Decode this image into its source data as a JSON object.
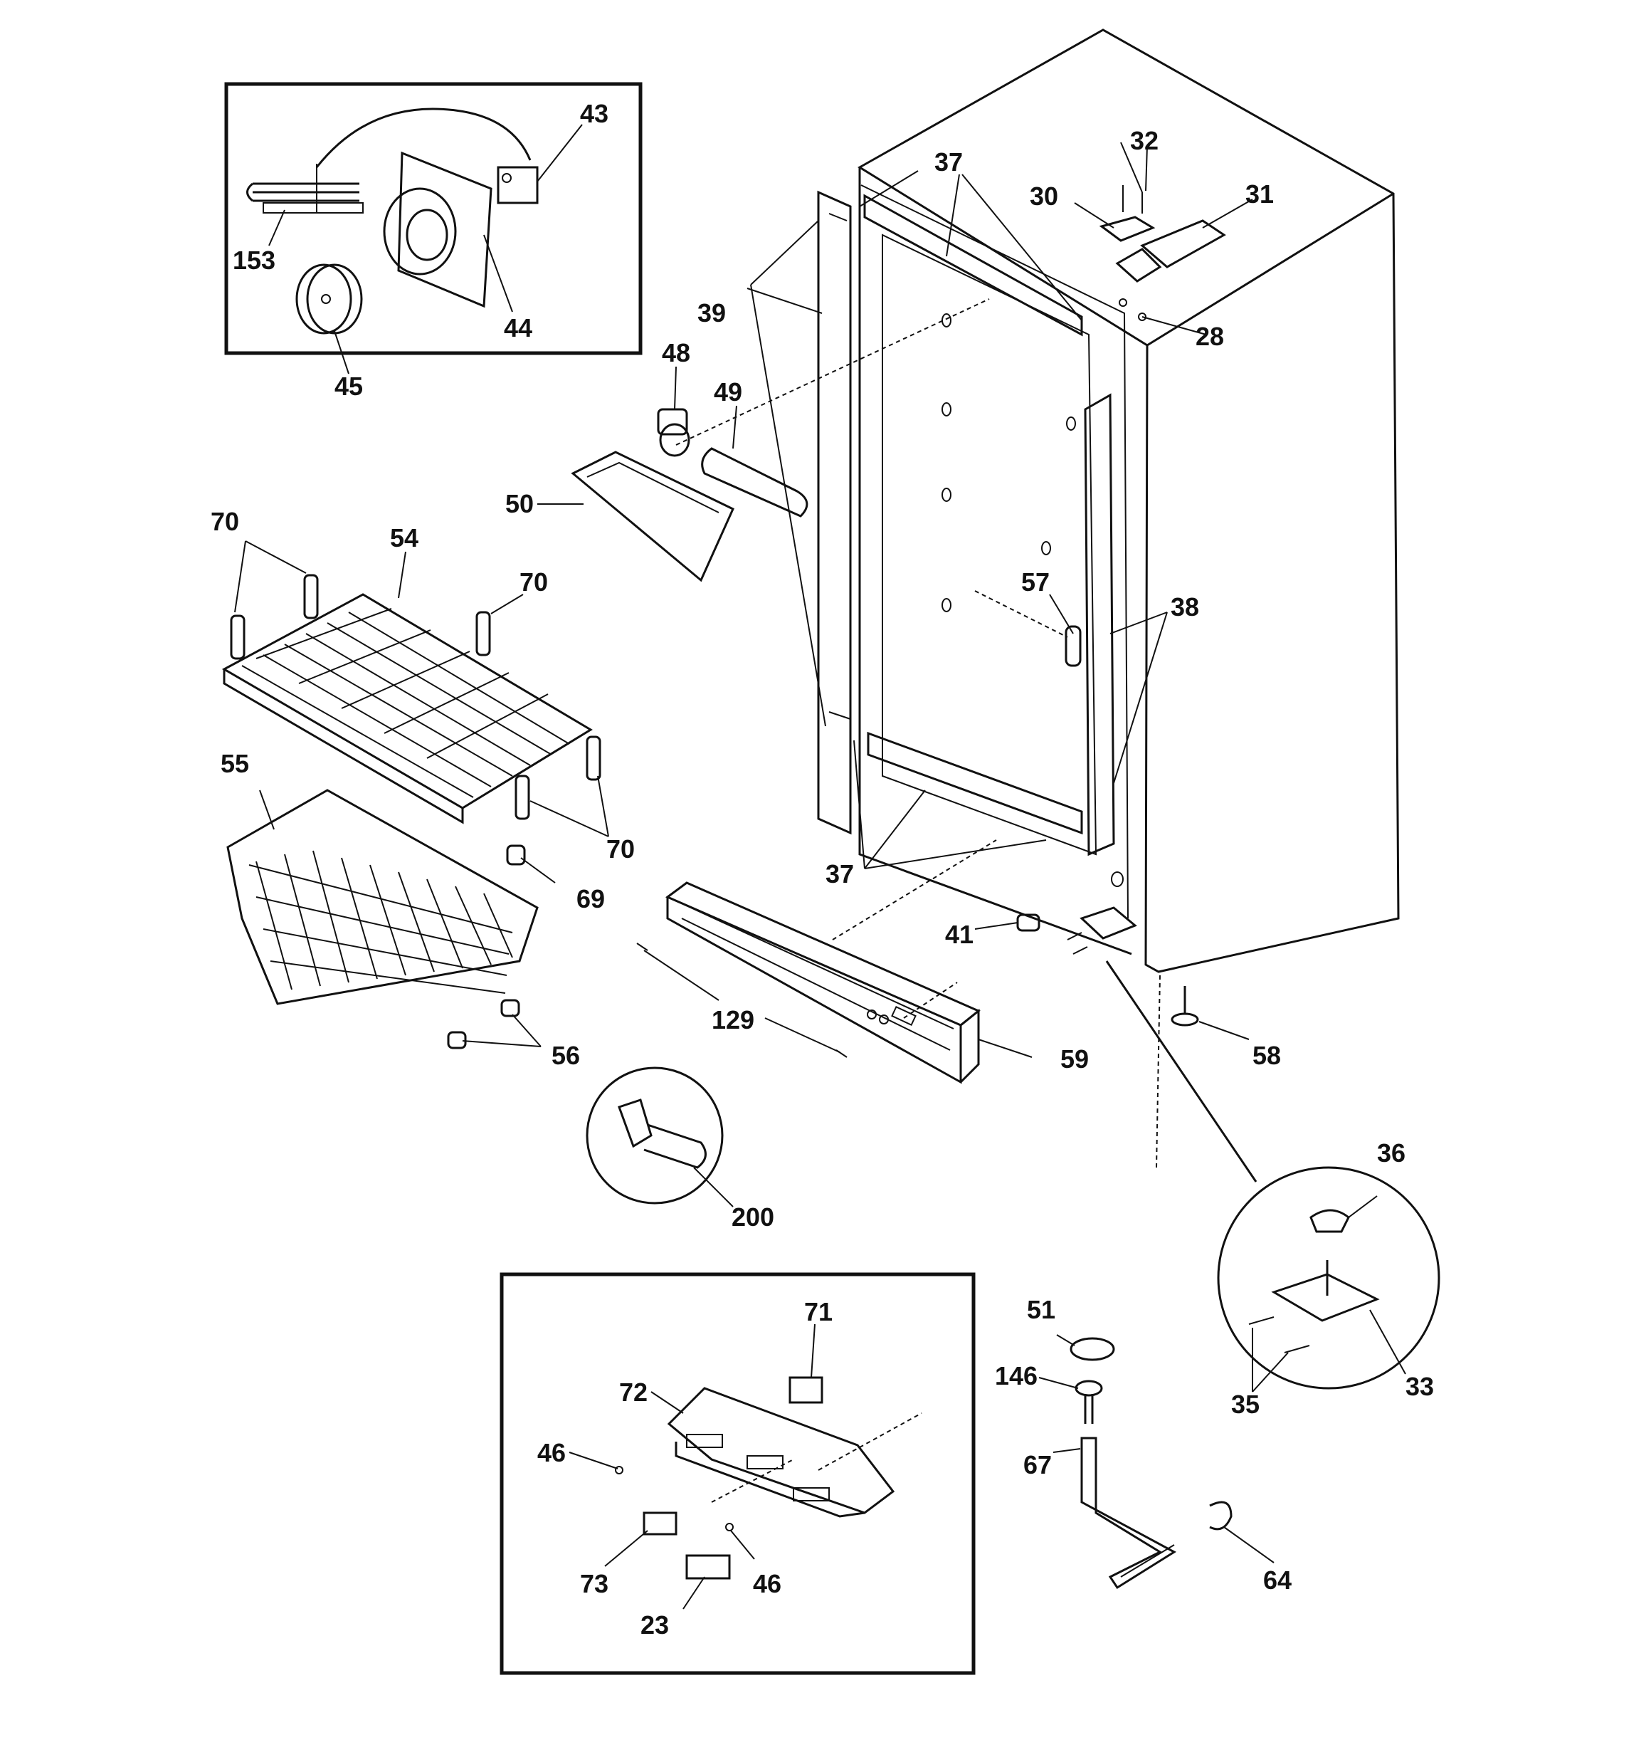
{
  "labels": {
    "l43": "43",
    "l153": "153",
    "l44": "44",
    "l45": "45",
    "l32": "32",
    "l37a": "37",
    "l30": "30",
    "l31": "31",
    "l28": "28",
    "l39": "39",
    "l48": "48",
    "l49": "49",
    "l50": "50",
    "l70a": "70",
    "l54": "54",
    "l70b": "70",
    "l57": "57",
    "l38": "38",
    "l55": "55",
    "l70c": "70",
    "l69": "69",
    "l37b": "37",
    "l41": "41",
    "l129": "129",
    "l59": "59",
    "l58": "58",
    "l56": "56",
    "l200": "200",
    "l36": "36",
    "l71": "71",
    "l51": "51",
    "l72": "72",
    "l146": "146",
    "l35": "35",
    "l33": "33",
    "l46a": "46",
    "l67": "67",
    "l73": "73",
    "l46b": "46",
    "l64": "64",
    "l23": "23"
  }
}
